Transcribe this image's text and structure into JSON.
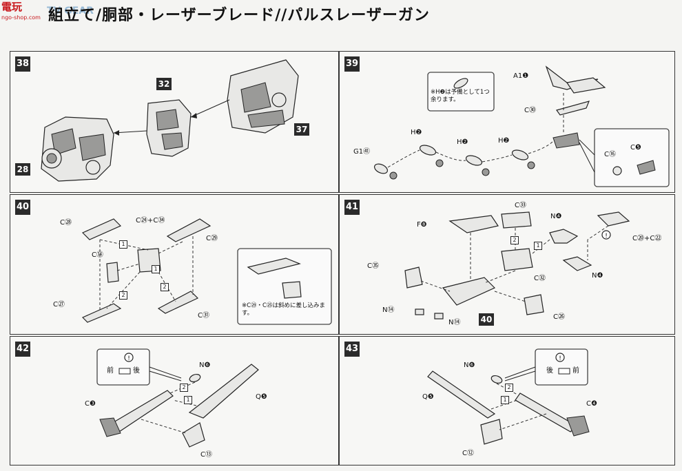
{
  "header": {
    "title": "組立て/胴部・レーザーブレード//パルスレーザーガン",
    "logo_text": "電玩",
    "logo_url": "ngo-shop.com",
    "watermark": "TV GEAR"
  },
  "steps": [
    {
      "number": "38",
      "labels": {
        "a": "32",
        "b": "37",
        "c": "28"
      }
    },
    {
      "number": "39",
      "labels": {
        "a1": "A1❶",
        "c30": "C㉚",
        "h2a": "H❷",
        "h2b": "H❷",
        "h2c": "H❷",
        "g1": "G1㊶",
        "c16": "C⑯",
        "c5": "C❺",
        "note": "※H❷は予備として1つ余ります。"
      }
    },
    {
      "number": "40",
      "labels": {
        "c28": "C㉘",
        "c24c34": "C㉔+C㉞",
        "c29": "C㉙",
        "c14": "C⑭",
        "c27": "C㉗",
        "c31": "C㉛",
        "seq1": "1",
        "seq2": "2",
        "note": "※C㉙・C㉕は斜めに差し込みます。"
      }
    },
    {
      "number": "41",
      "labels": {
        "f8": "F❽",
        "c33": "C㉝",
        "n4a": "N❹",
        "c20c22": "C⑳+C㉒",
        "c35": "C㉟",
        "c32": "C㉜",
        "n4b": "N❹",
        "n14a": "N⑭",
        "n14b": "N⑭",
        "c26": "C㉖",
        "ref": "40",
        "seq1": "1",
        "seq2": "2"
      }
    },
    {
      "number": "42",
      "labels": {
        "n6": "N❻",
        "c3": "C❸",
        "q5": "Q❺",
        "c13": "C⑬",
        "front": "前",
        "back": "後",
        "seq1": "1",
        "seq2": "2"
      }
    },
    {
      "number": "43",
      "labels": {
        "n6": "N❻",
        "q5": "Q❺",
        "c4": "C❹",
        "c12": "C⑫",
        "front": "前",
        "back": "後",
        "seq1": "1",
        "seq2": "2"
      }
    }
  ]
}
